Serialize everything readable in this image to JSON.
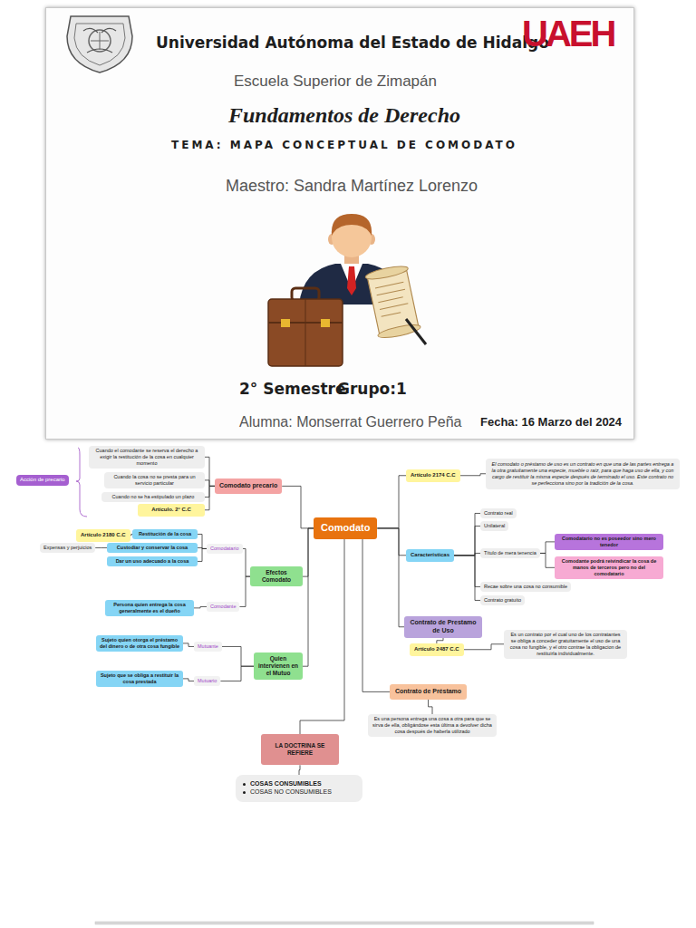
{
  "diagram": {
    "nodes": [
      {
        "text": [
          "Comodato"
        ]
      },
      {
        "text": [
          "Comodato precario"
        ]
      },
      {
        "text": [
          "Cuando el comodante se reserva el derecho a exigir la restitución de la cosa en cualquier momento"
        ]
      },
      {
        "text": [
          "Cuando la cosa no se presta para un servicio particular"
        ]
      },
      {
        "text": [
          "Cuando no se ha estipulado un plazo"
        ]
      },
      {
        "text": [
          "Artículo. 2° C.C"
        ]
      },
      {
        "text": [
          "Acción de precario"
        ]
      },
      {
        "text": [
          "Artículo 2174 C.C"
        ]
      },
      {
        "text": [
          "El comodato o préstamo de uso es un contrato en que una de las partes entrega a la otra gratuitamente una especie, mueble o raíz, para que haga uso de ella, y con cargo de restituir la misma especie después de terminado el uso. Este contrato no se perfecciona sino por la tradición de la cosa."
        ]
      },
      {
        "text": [
          "Características"
        ]
      },
      {
        "text": [
          "Contrato real"
        ]
      },
      {
        "text": [
          "Unilateral"
        ]
      },
      {
        "text": [
          "Título de mera tenencia"
        ]
      },
      {
        "text": [
          "Comodatario no es poseedor sino mero tenedor"
        ]
      },
      {
        "text": [
          "Comodante podrá reivindicar la cosa de manos de terceros pero no del comodatario"
        ]
      },
      {
        "text": [
          "Recae sobre una cosa no consumible"
        ]
      },
      {
        "text": [
          "Contrato gratuito"
        ]
      },
      {
        "text": [
          "Efectos Comodato"
        ]
      },
      {
        "text": [
          "Comodatario"
        ]
      },
      {
        "text": [
          "Restitución de la cosa"
        ]
      },
      {
        "text": [
          "Artículo 2180 C.C"
        ]
      },
      {
        "text": [
          "Custodiar y conservar la cosa"
        ]
      },
      {
        "text": [
          "Expensas y perjuicios"
        ]
      },
      {
        "text": [
          "Dar un uso adecuado a la cosa"
        ]
      },
      {
        "text": [
          "Comodante"
        ]
      },
      {
        "text": [
          "Persona quien entrega la cosa generalmente es el dueño"
        ]
      },
      {
        "text": [
          "Quien intervienen en el Mutuo"
        ]
      },
      {
        "text": [
          "Mutuante"
        ]
      },
      {
        "text": [
          "Sujeto quien otorga el préstamo del dinero o de otra cosa fungible"
        ]
      },
      {
        "text": [
          "Mutuario"
        ]
      },
      {
        "text": [
          "Sujeto que se obliga a restituir la cosa prestada"
        ]
      },
      {
        "text": [
          "Contrato de Prestamo de Uso"
        ]
      },
      {
        "text": [
          "Artículo 2487 C.C"
        ]
      },
      {
        "text": [
          "Es un contrato por el cual uno de los contratantes se obliga a conceder gratuitamente el uso de una cosa no fungible, y el otro contrae la obligacion de restituirla individualmente."
        ]
      },
      {
        "text": [
          "Contrato de Préstamo"
        ]
      },
      {
        "text": [
          "Es una persona entrega una cosa a otra para que se sirva de ella, obligándose esta última a devolver dicha cosa después de haberla utilizado"
        ]
      },
      {
        "text": [
          "LA DOCTRINA SE REFIERE"
        ]
      },
      {
        "text": [
          "COSAS CONSUMIBLES",
          "COSAS NO CONSUMIBLES"
        ]
      }
    ],
    "edges": [
      {
        "from": 0,
        "to": 1,
        "arrow": "none"
      },
      {
        "from": 1,
        "to": 2,
        "arrow": "none"
      },
      {
        "from": 1,
        "to": 3,
        "arrow": "none"
      },
      {
        "from": 1,
        "to": 4,
        "arrow": "none"
      },
      {
        "from": 1,
        "to": 5,
        "arrow": "none"
      },
      {
        "from": 0,
        "to": 7,
        "arrow": "none"
      },
      {
        "from": 7,
        "to": 8,
        "arrow": "none"
      },
      {
        "from": 0,
        "to": 9,
        "arrow": "none"
      },
      {
        "from": 9,
        "to": 10,
        "arrow": "none"
      },
      {
        "from": 9,
        "to": 11,
        "arrow": "none"
      },
      {
        "from": 9,
        "to": 12,
        "arrow": "none"
      },
      {
        "from": 9,
        "to": 15,
        "arrow": "none"
      },
      {
        "from": 9,
        "to": 16,
        "arrow": "none"
      },
      {
        "from": 12,
        "to": 13,
        "arrow": "none"
      },
      {
        "from": 12,
        "to": 14,
        "arrow": "none"
      },
      {
        "from": 0,
        "to": 17,
        "arrow": "none"
      },
      {
        "from": 17,
        "to": 18,
        "arrow": "none"
      },
      {
        "from": 17,
        "to": 24,
        "arrow": "none"
      },
      {
        "from": 18,
        "to": 19,
        "arrow": "none"
      },
      {
        "from": 18,
        "to": 21,
        "arrow": "none"
      },
      {
        "from": 18,
        "to": 23,
        "arrow": "none"
      },
      {
        "from": 19,
        "to": 20,
        "arrow": "none"
      },
      {
        "from": 21,
        "to": 22,
        "arrow": "none"
      },
      {
        "from": 24,
        "to": 25,
        "arrow": "none"
      },
      {
        "from": 0,
        "to": 26,
        "arrow": "none"
      },
      {
        "from": 26,
        "to": 27,
        "arrow": "none"
      },
      {
        "from": 26,
        "to": 29,
        "arrow": "none"
      },
      {
        "from": 27,
        "to": 28,
        "arrow": "none"
      },
      {
        "from": 29,
        "to": 30,
        "arrow": "none"
      },
      {
        "from": 0,
        "to": 31,
        "arrow": "none"
      },
      {
        "from": 31,
        "to": 32,
        "arrow": "none"
      },
      {
        "from": 32,
        "to": 33,
        "arrow": "none"
      },
      {
        "from": 0,
        "to": 34,
        "arrow": "none"
      },
      {
        "from": 34,
        "to": 35,
        "arrow": "none"
      },
      {
        "from": 0,
        "to": 36,
        "arrow": "none"
      },
      {
        "from": 36,
        "to": 37,
        "arrow": "none"
      }
    ],
    "labels": [
      "Universidad Autónoma del Estado de Hidalgo",
      "UAEH",
      "Escuela Superior de Zimapán",
      "Fundamentos de Derecho",
      "TEMA: MAPA CONCEPTUAL DE COMODATO",
      "Maestro: Sandra Martínez Lorenzo",
      "2° Semestre",
      "Grupo:1",
      "Alumna: Monserrat Guerrero Peña",
      "Fecha: 16 Marzo del 2024"
    ]
  }
}
